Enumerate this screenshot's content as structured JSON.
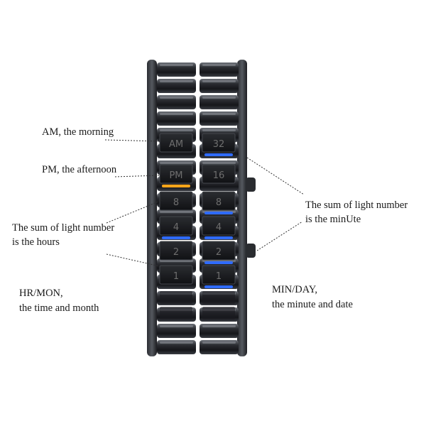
{
  "labels": {
    "am": "AM, the morning",
    "pm": "PM, the afternoon",
    "hours_line1": "The sum of light number",
    "hours_line2": "is the hours",
    "minute_line1": "The sum of light number",
    "minute_line2": "is the minUte",
    "hr_mon_line1": "HR/MON,",
    "hr_mon_line2": "the time and month",
    "min_day_line1": "MIN/DAY,",
    "min_day_line2": "the minute and date"
  },
  "watch": {
    "left_column": [
      "AM",
      "PM",
      "8",
      "4",
      "2",
      "1"
    ],
    "right_column": [
      "32",
      "16",
      "8",
      "4",
      "2",
      "1"
    ],
    "lit_left": [
      "PM",
      "4"
    ],
    "lit_right": [
      "32",
      "8",
      "4",
      "2",
      "1"
    ],
    "colors": {
      "led_blue": "#2f6bff",
      "led_orange": "#ffa51a",
      "metal_dark": "#1b1c20",
      "metal_highlight": "#9aa0a8"
    }
  }
}
